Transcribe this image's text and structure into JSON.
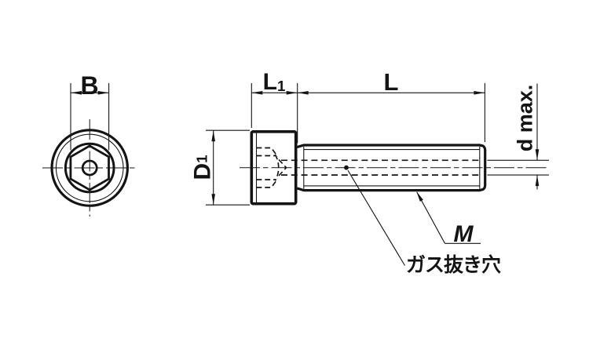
{
  "colors": {
    "background": "#ffffff",
    "ink": "#141414"
  },
  "labels": {
    "socket_width": "B",
    "head_height": {
      "main": "L",
      "sub": "1"
    },
    "thread_length": "L",
    "head_diameter": {
      "main": "D",
      "sub": "1"
    },
    "vent_hole_diameter": "d max.",
    "thread_size": "M",
    "vent_hole_note": "ガス抜き穴"
  }
}
